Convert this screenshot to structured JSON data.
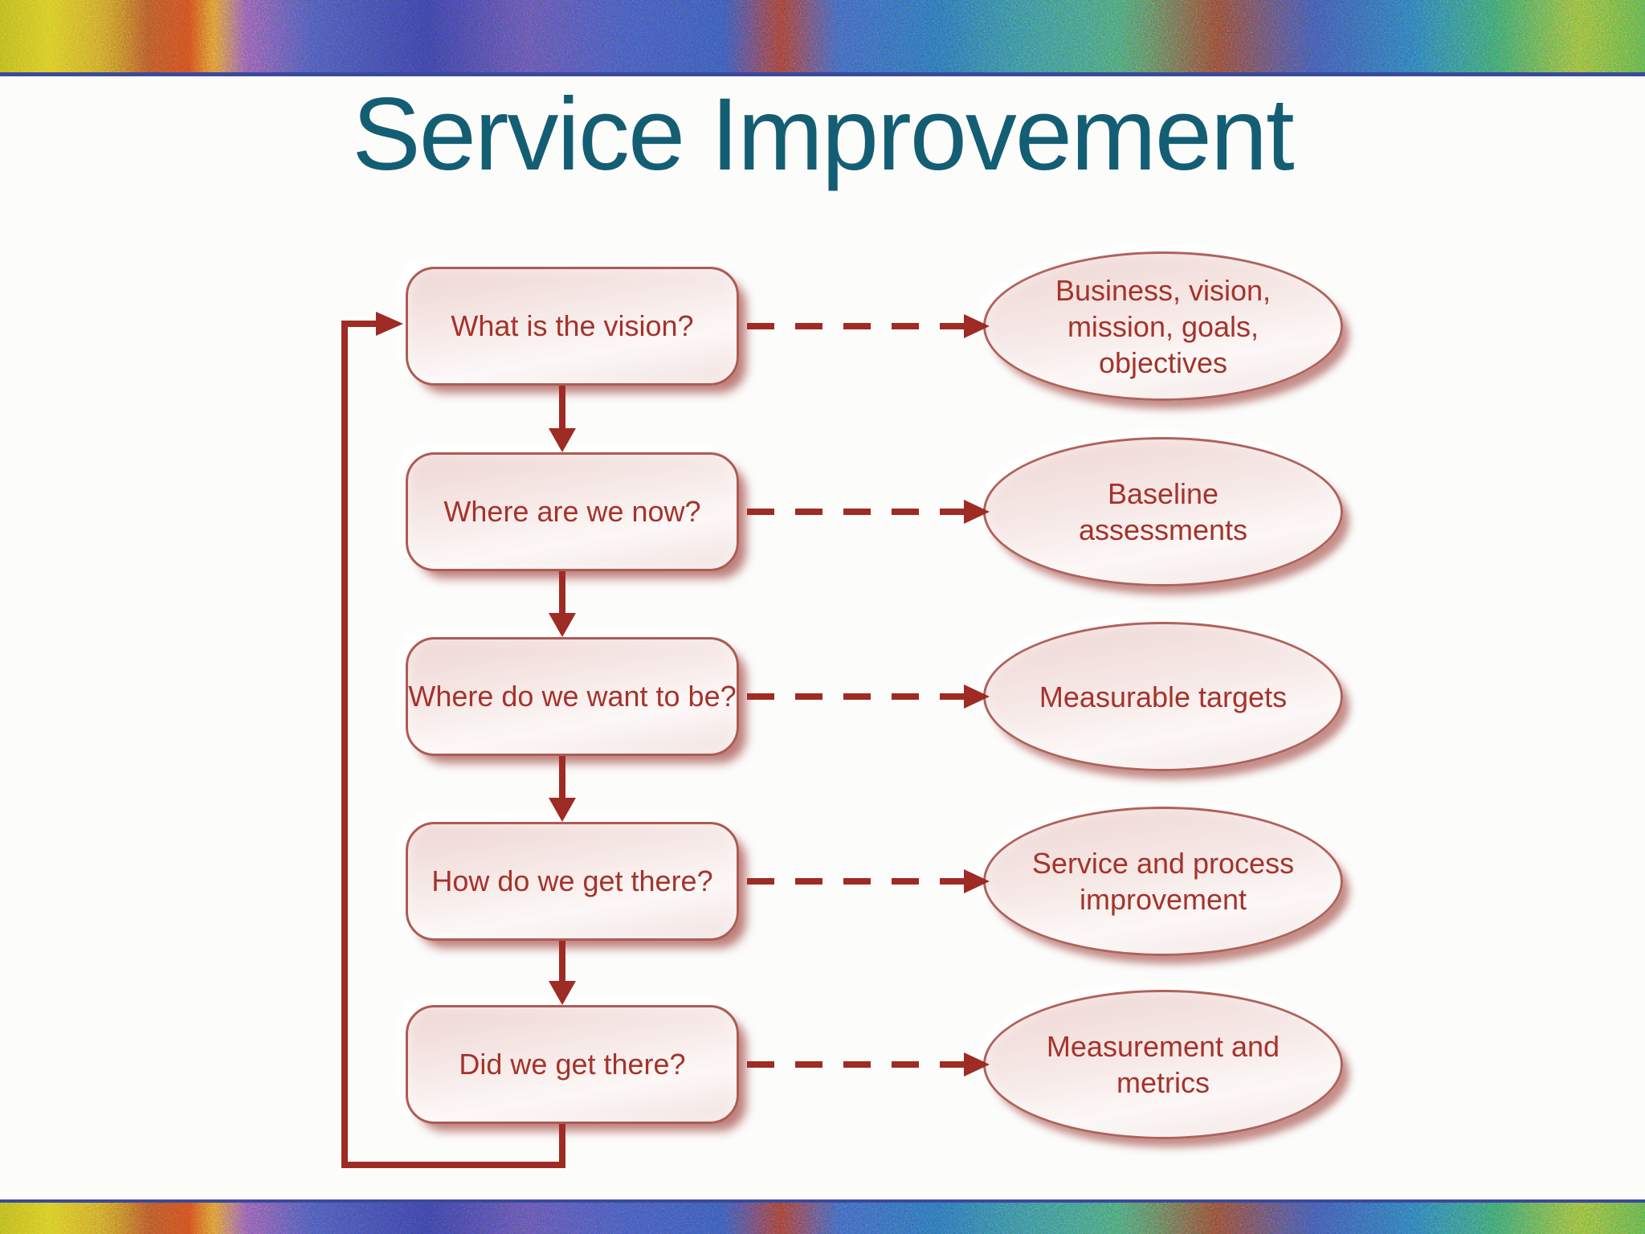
{
  "title": "Service Improvement",
  "flow": {
    "steps": [
      {
        "question": "What is the vision?",
        "outcome": "Business, vision, mission, goals, objectives"
      },
      {
        "question": "Where are we now?",
        "outcome": "Baseline assessments"
      },
      {
        "question": "Where do we want to be?",
        "outcome": "Measurable targets"
      },
      {
        "question": "How do we get there?",
        "outcome": "Service and process improvement"
      },
      {
        "question": "Did we get there?",
        "outcome": "Measurement and metrics"
      }
    ]
  },
  "colors": {
    "accent_red": "#9e2b24",
    "text_red": "#a4332b",
    "title_teal": "#145e74",
    "box_border_red": "#ad5b54",
    "banner_edge_navy": "#3a4a9c"
  }
}
